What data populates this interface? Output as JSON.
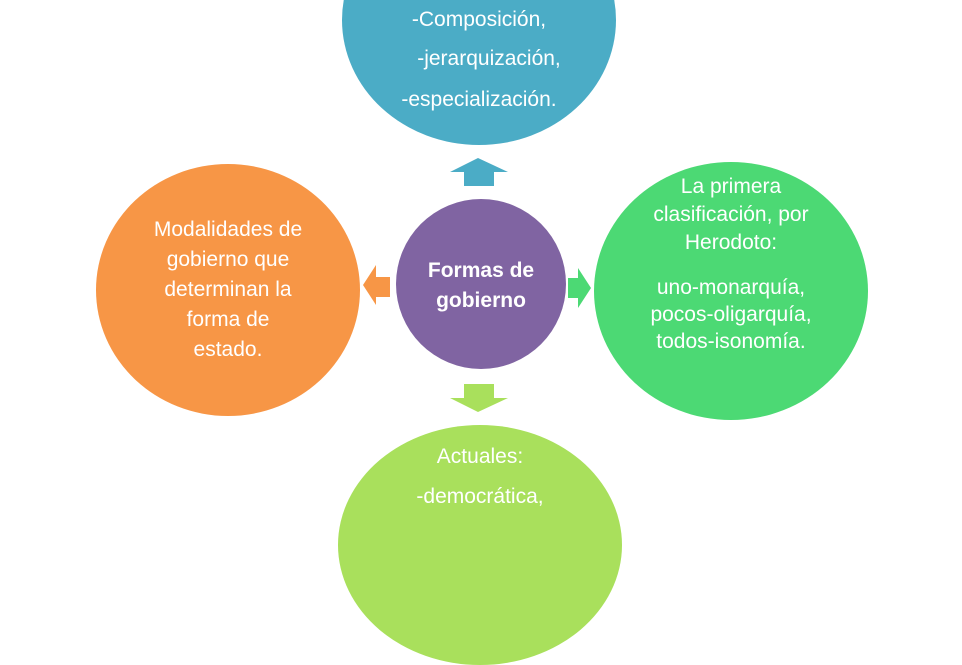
{
  "colors": {
    "top": "#4bacc6",
    "left": "#f79646",
    "right": "#4cd974",
    "bottom": "#a9e05c",
    "center": "#8064a2",
    "arrow_top": "#4bacc6",
    "arrow_left": "#f79646",
    "arrow_right": "#4cd974",
    "arrow_bottom": "#a9e05c"
  },
  "center": {
    "line1": "Formas de",
    "line2": "gobierno"
  },
  "top": {
    "line1": "-Composición,",
    "line2": "-jerarquización,",
    "line3": "-especialización."
  },
  "left": {
    "line1": "Modalidades de",
    "line2": "gobierno que",
    "line3": "determinan la",
    "line4": "forma de",
    "line5": "estado."
  },
  "right": {
    "line1": "La primera",
    "line2": "clasificación,  por",
    "line3": "Herodoto:",
    "line4": "uno-monarquía,",
    "line5": "pocos-oligarquía,",
    "line6": "todos-isonomía."
  },
  "bottom": {
    "line1": "Actuales:",
    "line2": "-democrática,"
  }
}
